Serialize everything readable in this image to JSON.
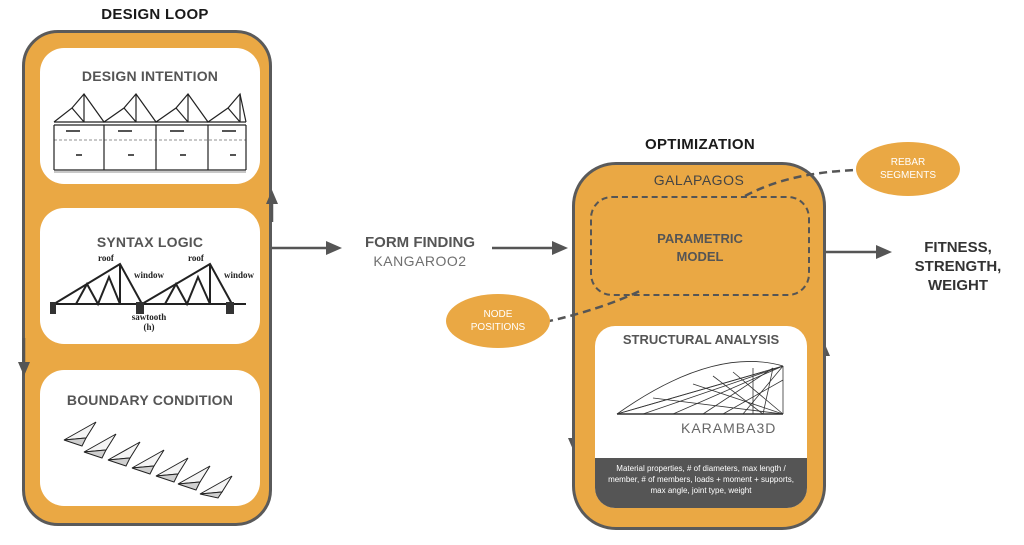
{
  "design_loop": {
    "title": "DESIGN LOOP",
    "cards": {
      "design_intention": "DESIGN INTENTION",
      "syntax_logic": "SYNTAX LOGIC",
      "boundary_condition": "BOUNDARY CONDITION"
    },
    "syntax_labels": {
      "roof_1": "roof",
      "window_1": "window",
      "roof_2": "roof",
      "window_2": "window",
      "sawtooth": "sawtooth",
      "sawtooth_h": "(h)"
    }
  },
  "form_finding": {
    "title": "FORM FINDING",
    "tool": "KANGAROO2"
  },
  "optimization": {
    "title": "OPTIMIZATION",
    "tool": "GALAPAGOS",
    "model_line_1": "PARAMETRIC",
    "model_line_2": "MODEL",
    "analysis_title": "STRUCTURAL ANALYSIS",
    "analysis_tool": "KARAMBA3D",
    "analysis_params": "Material properties, # of diameters, max length / member, # of members, loads + moment + supports, max angle,  joint type, weight"
  },
  "bubbles": {
    "rebar_line_1": "REBAR",
    "rebar_line_2": "SEGMENTS",
    "node_line_1": "NODE",
    "node_line_2": "POSITIONS"
  },
  "output": {
    "line_1": "FITNESS,",
    "line_2": "STRENGTH,",
    "line_3": "WEIGHT"
  },
  "colors": {
    "accent": "#eaa844",
    "border": "#5a5a5a",
    "dark_panel": "#555555"
  }
}
